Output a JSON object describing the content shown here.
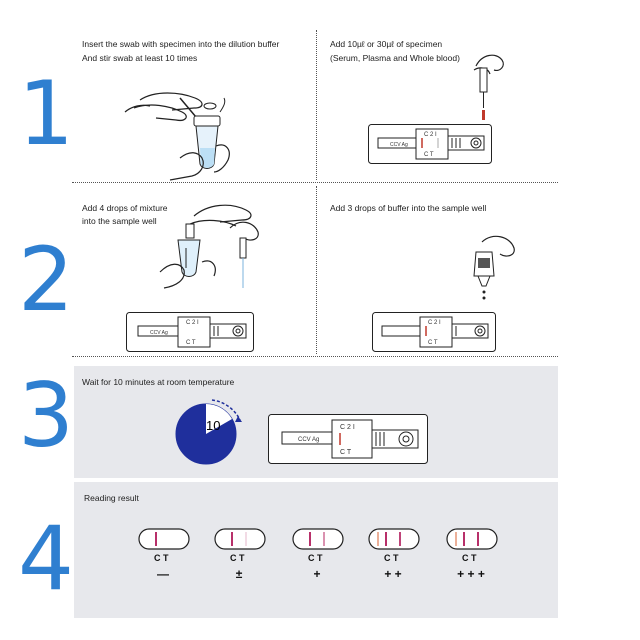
{
  "step_numbers": [
    "1",
    "2",
    "3",
    "4"
  ],
  "step1": {
    "left_text_line1": "Insert the swab with specimen into the dilution buffer",
    "left_text_line2": "And stir swab at least 10 times",
    "right_text_line1": "Add 10µℓ or 30µℓ of specimen",
    "right_text_line2": "(Serum, Plasma and Whole blood)"
  },
  "step2": {
    "left_text_line1": "Add 4 drops of mixture",
    "left_text_line2": "into the sample well",
    "right_text": "Add 3 drops of buffer into the sample well"
  },
  "step3": {
    "text": "Wait for 10 minutes at room temperature",
    "timer_value": "10"
  },
  "step4": {
    "title": "Reading result",
    "results": [
      {
        "marks": "C  T",
        "sign": "—"
      },
      {
        "marks": "C  T",
        "sign": "±"
      },
      {
        "marks": "C  T",
        "sign": "+"
      },
      {
        "marks": "C  T",
        "sign": "+ +"
      },
      {
        "marks": "C  T",
        "sign": "+ + +"
      }
    ]
  },
  "cassette": {
    "c_label": "C",
    "t_label": "T",
    "ci_label": "C 2 I",
    "strip_label": "CCV Ag"
  },
  "colors": {
    "number_blue": "#2f7fd0",
    "line_red": "#b8306a",
    "timer_blue": "#1f2f9c"
  }
}
